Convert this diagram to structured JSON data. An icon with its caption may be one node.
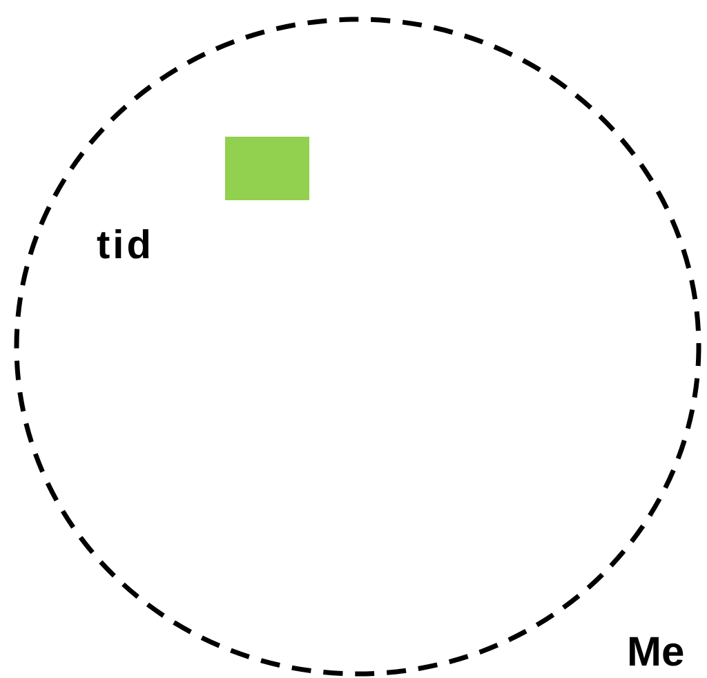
{
  "diagram": {
    "nodes": [
      {
        "text": [
          "tid"
        ]
      },
      {
        "text": [],
        "shape": "box",
        "in": 0
      }
    ],
    "labels": [
      "Me"
    ]
  }
}
